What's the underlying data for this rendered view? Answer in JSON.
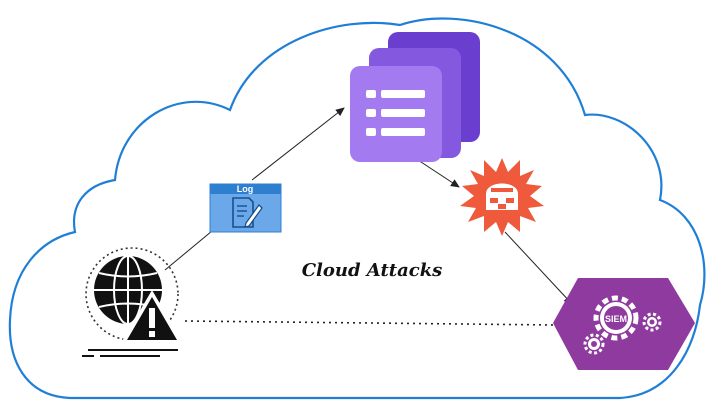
{
  "diagram": {
    "caption": "Cloud Attacks",
    "log_label": "Log",
    "siem_label": "SIEM",
    "colors": {
      "cloud_stroke": "#1f7fd6",
      "arrow": "#222222",
      "log_blue": "#5aa0e6",
      "log_header": "#2f7fd1",
      "stack_back": "#6a3fd0",
      "stack_mid": "#8a5ae0",
      "stack_front": "#a77bf0",
      "firewall": "#ef5a3c",
      "siem_hex": "#8e3a9e",
      "globe": "#111111"
    },
    "icons": [
      "globe-warning-icon",
      "log-document-icon",
      "list-stack-icon",
      "firewall-icon",
      "siem-gear-icon"
    ]
  }
}
